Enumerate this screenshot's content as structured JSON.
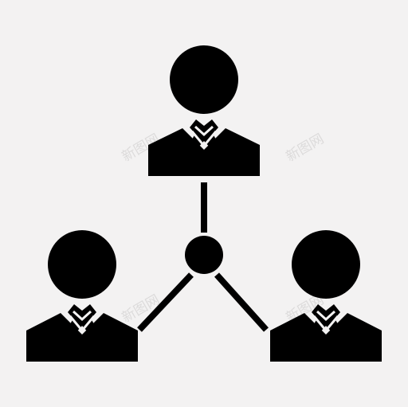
{
  "icon": {
    "name": "team-network-icon",
    "fill_color": "#000000",
    "background_color": "#f3f2f2",
    "people": [
      {
        "id": "top",
        "name": "person-top-icon"
      },
      {
        "id": "left",
        "name": "person-bottom-left-icon"
      },
      {
        "id": "right",
        "name": "person-bottom-right-icon"
      }
    ]
  },
  "watermark": {
    "text": "新图网",
    "color": "#d9d7d7"
  }
}
